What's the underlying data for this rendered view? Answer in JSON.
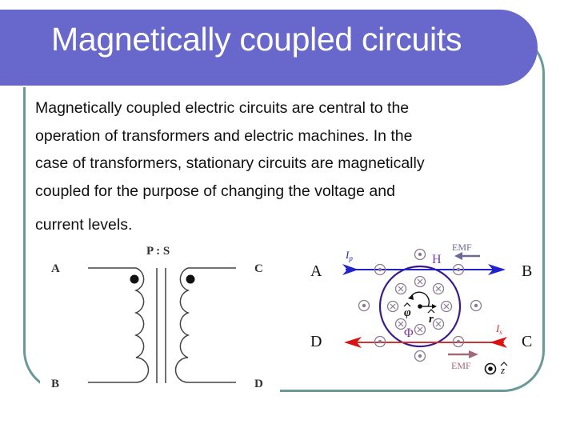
{
  "slide": {
    "title": "Magnetically coupled circuits",
    "body_lines": [
      "Magnetically coupled electric circuits are central to the",
      "operation of transformers and electric machines. In the",
      "case of transformers, stationary circuits are magnetically",
      "coupled for the purpose of changing the voltage and",
      "current levels."
    ],
    "colors": {
      "title_bar": "#6868cc",
      "frame": "#6a9a98",
      "primary_wire": "#2222cc",
      "secondary_wire": "#cc2222",
      "flux_loop": "#3a1a8a"
    }
  },
  "transformer_diagram": {
    "ratio_label": "P : S",
    "terminals": {
      "top_left": "A",
      "bottom_left": "B",
      "top_right": "C",
      "bottom_right": "D"
    }
  },
  "field_diagram": {
    "left_top": "A",
    "right_top": "B",
    "left_bottom": "D",
    "right_bottom": "C",
    "primary_current": "I",
    "primary_current_sub": "p",
    "secondary_current": "I",
    "secondary_current_sub": "s",
    "field_label": "H",
    "flux_label": "Φ",
    "emf_top": "EMF",
    "emf_bottom": "EMF",
    "phi_hat": "φ",
    "r_hat": "r",
    "z_hat": "z"
  }
}
